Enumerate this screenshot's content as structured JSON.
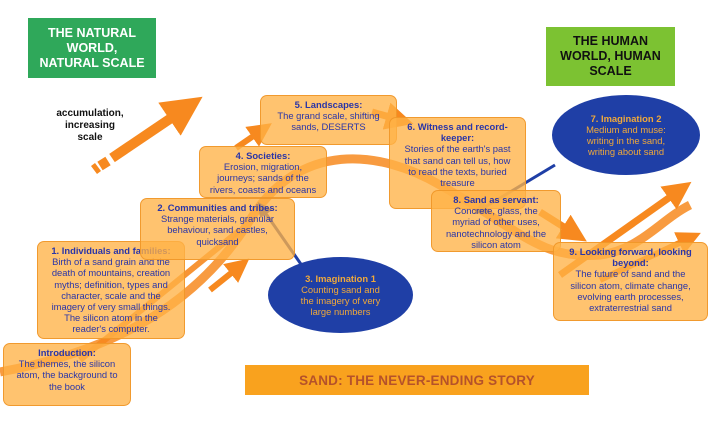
{
  "headers": {
    "natural": "THE NATURAL\nWORLD,\nNATURAL SCALE",
    "human": "THE HUMAN\nWORLD, HUMAN\nSCALE"
  },
  "accumulation_label": "accumulation,\nincreasing\nscale",
  "banner": "SAND: THE NEVER-ENDING STORY",
  "colors": {
    "box_fill": "#ffb246",
    "box_text": "#2a35a8",
    "ellipse_fill": "#1f3fa6",
    "ellipse_text": "#f0a93a",
    "arrow": "#f7891f",
    "natural_header": "#2fa85a",
    "human_header": "#7cc232",
    "banner_fill": "#f9a21e",
    "banner_text": "#b5522a"
  },
  "boxes": [
    {
      "id": "intro",
      "title": "Introduction:",
      "body": "The themes, the silicon\natom, the background to\nthe book"
    },
    {
      "id": "1",
      "title": "1. Individuals and families:",
      "body": "Birth of a sand grain and the\ndeath of mountains, creation\nmyths; definition, types and\ncharacter, scale and the\nimagery of very small things.\nThe silicon atom in the\nreader's computer."
    },
    {
      "id": "2",
      "title": "2. Communities and tribes:",
      "body": "Strange materials, granular\nbehaviour, sand castles,\nquicksand"
    },
    {
      "id": "4",
      "title": "4. Societies:",
      "body": "Erosion, migration,\njourneys; sands of the\nrivers, coasts and oceans"
    },
    {
      "id": "5",
      "title": "5. Landscapes:",
      "body": "The grand scale, shifting\nsands, DESERTS"
    },
    {
      "id": "6",
      "title": "6. Witness and record-\nkeeper:",
      "body": "Stories of the earth's past\nthat sand can tell us, how\nto read the texts, buried\ntreasure"
    },
    {
      "id": "8",
      "title": "8. Sand as servant:",
      "body": "Concrete, glass, the\nmyriad of other uses,\nnanotechnology and the\nsilicon atom"
    },
    {
      "id": "9",
      "title": "9. Looking forward, looking\nbeyond:",
      "body": "The future of sand and the\nsilicon atom, climate change,\nevolving earth processes,\nextraterrestrial sand"
    }
  ],
  "ellipses": [
    {
      "id": "3",
      "title": "3. Imagination 1",
      "body": "Counting sand and\nthe imagery of very\nlarge numbers"
    },
    {
      "id": "7",
      "title": "7. Imagination 2",
      "body": "Medium and muse:\nwriting in the sand,\nwriting about sand"
    }
  ]
}
